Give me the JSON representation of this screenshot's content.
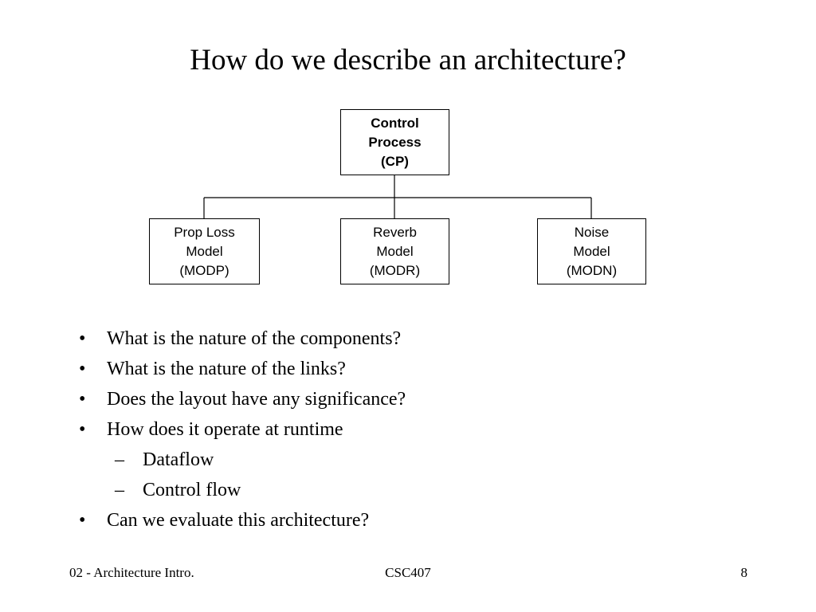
{
  "slide": {
    "title": "How do we describe an architecture?"
  },
  "diagram": {
    "root": {
      "lines": [
        "Control",
        "Process",
        "(CP)"
      ]
    },
    "children": [
      {
        "lines": [
          "Prop Loss",
          "Model",
          "(MODP)"
        ]
      },
      {
        "lines": [
          "Reverb",
          "Model",
          "(MODR)"
        ]
      },
      {
        "lines": [
          "Noise",
          "Model",
          "(MODN)"
        ]
      }
    ]
  },
  "bullets": {
    "marker": "•",
    "sub_marker": "–",
    "items": [
      "What is the nature of the components?",
      "What is the nature of the links?",
      "Does the layout have any significance?",
      "How does it operate at runtime",
      "Dataflow",
      "Control flow",
      "Can we evaluate this architecture?"
    ]
  },
  "footer": {
    "left": "02 - Architecture Intro.",
    "center": "CSC407",
    "right": "8"
  }
}
